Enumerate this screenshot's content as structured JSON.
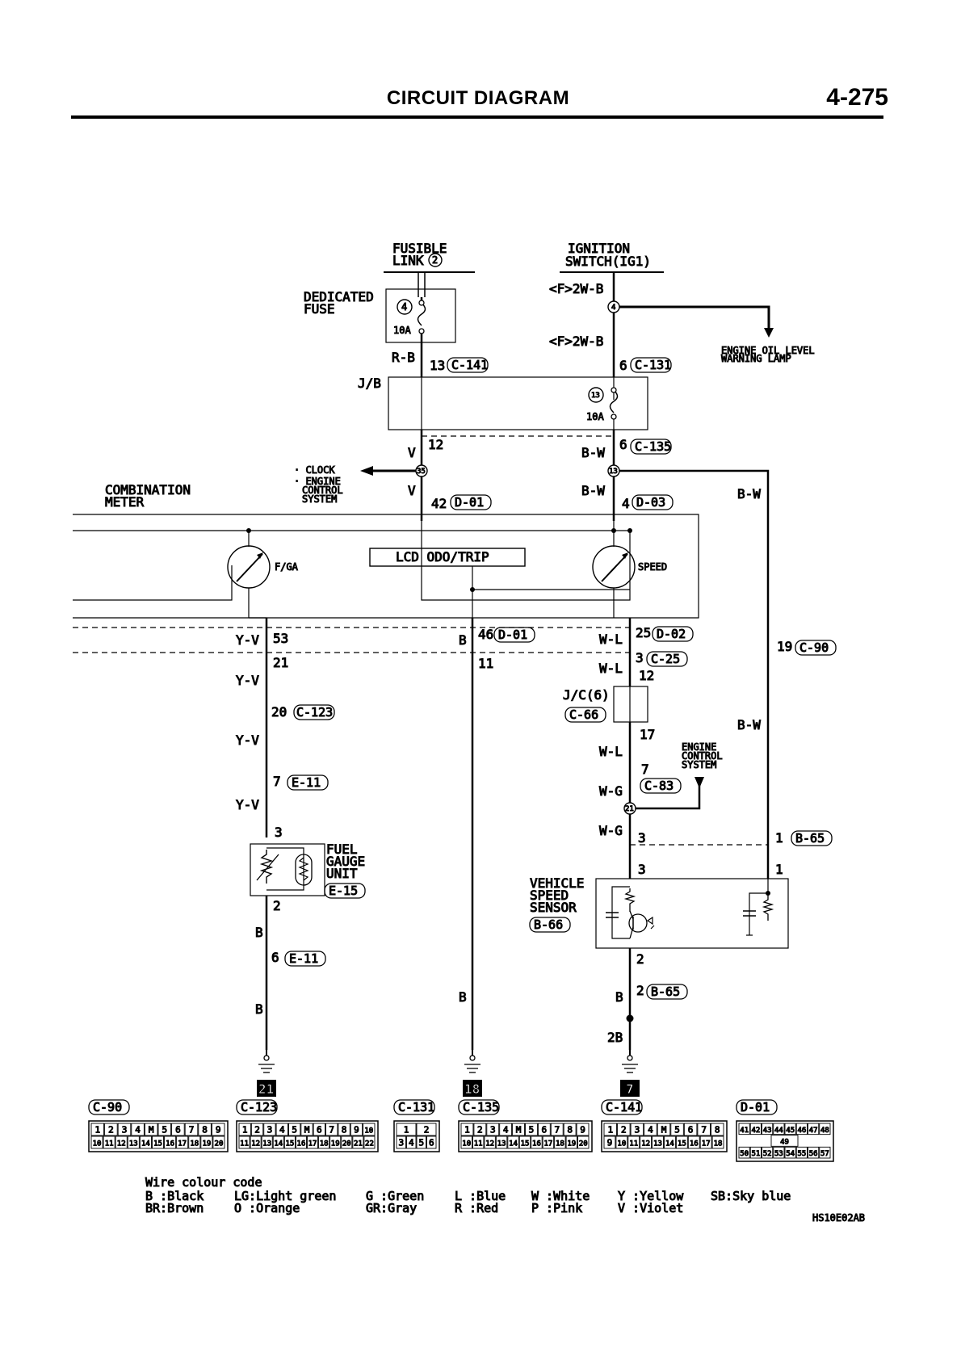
{
  "header": {
    "title": "CIRCUIT DIAGRAM",
    "page_number": "4-275"
  },
  "labels": {
    "fusible_link": [
      "FUSIBLE",
      "LINK"
    ],
    "fusible_link_no": "2",
    "ignition_switch": [
      "IGNITION",
      "SWITCH(IG1)"
    ],
    "dedicated_fuse": [
      "DEDICATED",
      "FUSE"
    ],
    "fuse4_no": "4",
    "fuse4_rating": "10A",
    "fuse13_no": "13",
    "fuse13_rating": "10A",
    "jb": "J/B",
    "oil_lamp": [
      "ENGINE OIL LEVEL",
      "WARNING LAMP"
    ],
    "clock_list": [
      "· CLOCK",
      "· ENGINE",
      "CONTROL",
      "SYSTEM"
    ],
    "combination_meter": [
      "COMBINATION",
      "METER"
    ],
    "fga": "F/GA",
    "lcd": "LCD ODO/TRIP",
    "speed": "SPEED",
    "jc": "J/C(6)",
    "engine_control_2": [
      "ENGINE",
      "CONTROL",
      "SYSTEM"
    ],
    "fuel_gauge_unit": [
      "FUEL",
      "GAUGE",
      "UNIT"
    ],
    "vss": [
      "VEHICLE",
      "SPEED",
      "SENSOR"
    ],
    "doc_code": "HS10E02AB"
  },
  "wires": {
    "f2wb_1": "<F>2W-B",
    "f2wb_2": "<F>2W-B",
    "rb": "R-B",
    "v1": "V",
    "v2": "V",
    "bw1": "B-W",
    "bw2": "B-W",
    "bw3": "B-W",
    "bw4": "B-W",
    "yv1": "Y-V",
    "yv2": "Y-V",
    "yv3": "Y-V",
    "yv4": "Y-V",
    "b1": "B",
    "b2": "B",
    "b3": "B",
    "b4": "B",
    "b5": "B",
    "wl1": "W-L",
    "wl2": "W-L",
    "wl3": "W-L",
    "wg1": "W-G",
    "wg2": "W-G",
    "b2b": "2B"
  },
  "pins": {
    "p13": "13",
    "p6a": "6",
    "p12a": "12",
    "p6b": "6",
    "p42": "42",
    "p4": "4",
    "p53": "53",
    "p21": "21",
    "p46": "46",
    "p11": "11",
    "p25": "25",
    "p3a": "3",
    "p12b": "12",
    "p19": "19",
    "p20": "20",
    "p17": "17",
    "p7a": "7",
    "p7b": "7",
    "p3b": "3",
    "p3c": "3",
    "p1a": "1",
    "p3d": "3",
    "p1b": "1",
    "p2a": "2",
    "p6c": "6",
    "p2b": "2",
    "p2c": "2"
  },
  "connectors": {
    "c141": "C-141",
    "c131": "C-131",
    "c135": "C-135",
    "d01a": "D-01",
    "d03": "D-03",
    "d01b": "D-01",
    "d02": "D-02",
    "c25": "C-25",
    "c90": "C-90",
    "c123": "C-123",
    "c66": "C-66",
    "e11a": "E-11",
    "c83": "C-83",
    "b65a": "B-65",
    "e15": "E-15",
    "b66": "B-66",
    "e11b": "E-11",
    "b65b": "B-65"
  },
  "splices": {
    "s4": "4",
    "s35": "35",
    "s13": "13",
    "s21": "21"
  },
  "grounds": {
    "g21": "21",
    "g18": "18",
    "g7": "7"
  },
  "connector_views": [
    {
      "id": "C-90",
      "top": [
        "1",
        "2",
        "3",
        "4",
        "M",
        "5",
        "6",
        "7",
        "8",
        "9"
      ],
      "bottom": [
        "10",
        "11",
        "12",
        "13",
        "14",
        "15",
        "16",
        "17",
        "18",
        "19",
        "20"
      ]
    },
    {
      "id": "C-123",
      "top": [
        "1",
        "2",
        "3",
        "4",
        "5",
        "M",
        "6",
        "7",
        "8",
        "9",
        "10"
      ],
      "bottom": [
        "11",
        "12",
        "13",
        "14",
        "15",
        "16",
        "17",
        "18",
        "19",
        "20",
        "21",
        "22"
      ]
    },
    {
      "id": "C-131",
      "top": [
        "1",
        "2"
      ],
      "bottom": [
        "3",
        "4",
        "5",
        "6"
      ]
    },
    {
      "id": "C-135",
      "top": [
        "1",
        "2",
        "3",
        "4",
        "M",
        "5",
        "6",
        "7",
        "8",
        "9"
      ],
      "bottom": [
        "10",
        "11",
        "12",
        "13",
        "14",
        "15",
        "16",
        "17",
        "18",
        "19",
        "20"
      ]
    },
    {
      "id": "C-141",
      "top": [
        "1",
        "2",
        "3",
        "4",
        "M",
        "5",
        "6",
        "7",
        "8"
      ],
      "bottom": [
        "9",
        "10",
        "11",
        "12",
        "13",
        "14",
        "15",
        "16",
        "17",
        "18"
      ]
    },
    {
      "id": "D-01",
      "top": [
        "41",
        "42",
        "43",
        "44",
        "45",
        "46",
        "47",
        "48"
      ],
      "middle": [
        "49"
      ],
      "bottom": [
        "50",
        "51",
        "52",
        "53",
        "54",
        "55",
        "56",
        "57"
      ]
    }
  ],
  "legend": {
    "title": "Wire colour code",
    "row1": [
      "B :Black",
      "LG:Light green",
      "G :Green",
      "L :Blue",
      "W :White",
      "Y :Yellow",
      "SB:Sky blue"
    ],
    "row2": [
      "BR:Brown",
      "O :Orange",
      "GR:Gray",
      "R :Red",
      "P :Pink",
      "V :Violet"
    ]
  }
}
